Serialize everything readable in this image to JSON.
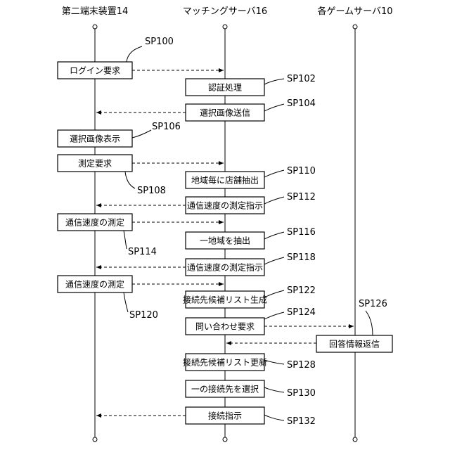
{
  "headers": {
    "terminal": "第二端末装置14",
    "matching_server": "マッチングサーバ16",
    "game_servers": "各ゲームサーバ10"
  },
  "boxes": {
    "login_request": "ログイン要求",
    "authentication": "認証処理",
    "send_selection_image": "選択画像送信",
    "display_selection_image": "選択画像表示",
    "measurement_request": "測定要求",
    "extract_stores_by_region": "地域毎に店舗抽出",
    "comm_speed_instruction_1": "通信速度の測定指示",
    "comm_speed_measure_1": "通信速度の測定",
    "extract_one_region": "一地域を抽出",
    "comm_speed_instruction_2": "通信速度の測定指示",
    "comm_speed_measure_2": "通信速度の測定",
    "generate_candidate_list": "接続先候補リスト生成",
    "inquiry_request": "問い合わせ要求",
    "reply_info": "回答情報返信",
    "update_candidate_list": "接続先候補リスト更新",
    "select_one_destination": "一の接続先を選択",
    "connection_instruction": "接続指示"
  },
  "steps": {
    "sp100": "SP100",
    "sp102": "SP102",
    "sp104": "SP104",
    "sp106": "SP106",
    "sp108": "SP108",
    "sp110": "SP110",
    "sp112": "SP112",
    "sp114": "SP114",
    "sp116": "SP116",
    "sp118": "SP118",
    "sp120": "SP120",
    "sp122": "SP122",
    "sp124": "SP124",
    "sp126": "SP126",
    "sp128": "SP128",
    "sp130": "SP130",
    "sp132": "SP132"
  }
}
